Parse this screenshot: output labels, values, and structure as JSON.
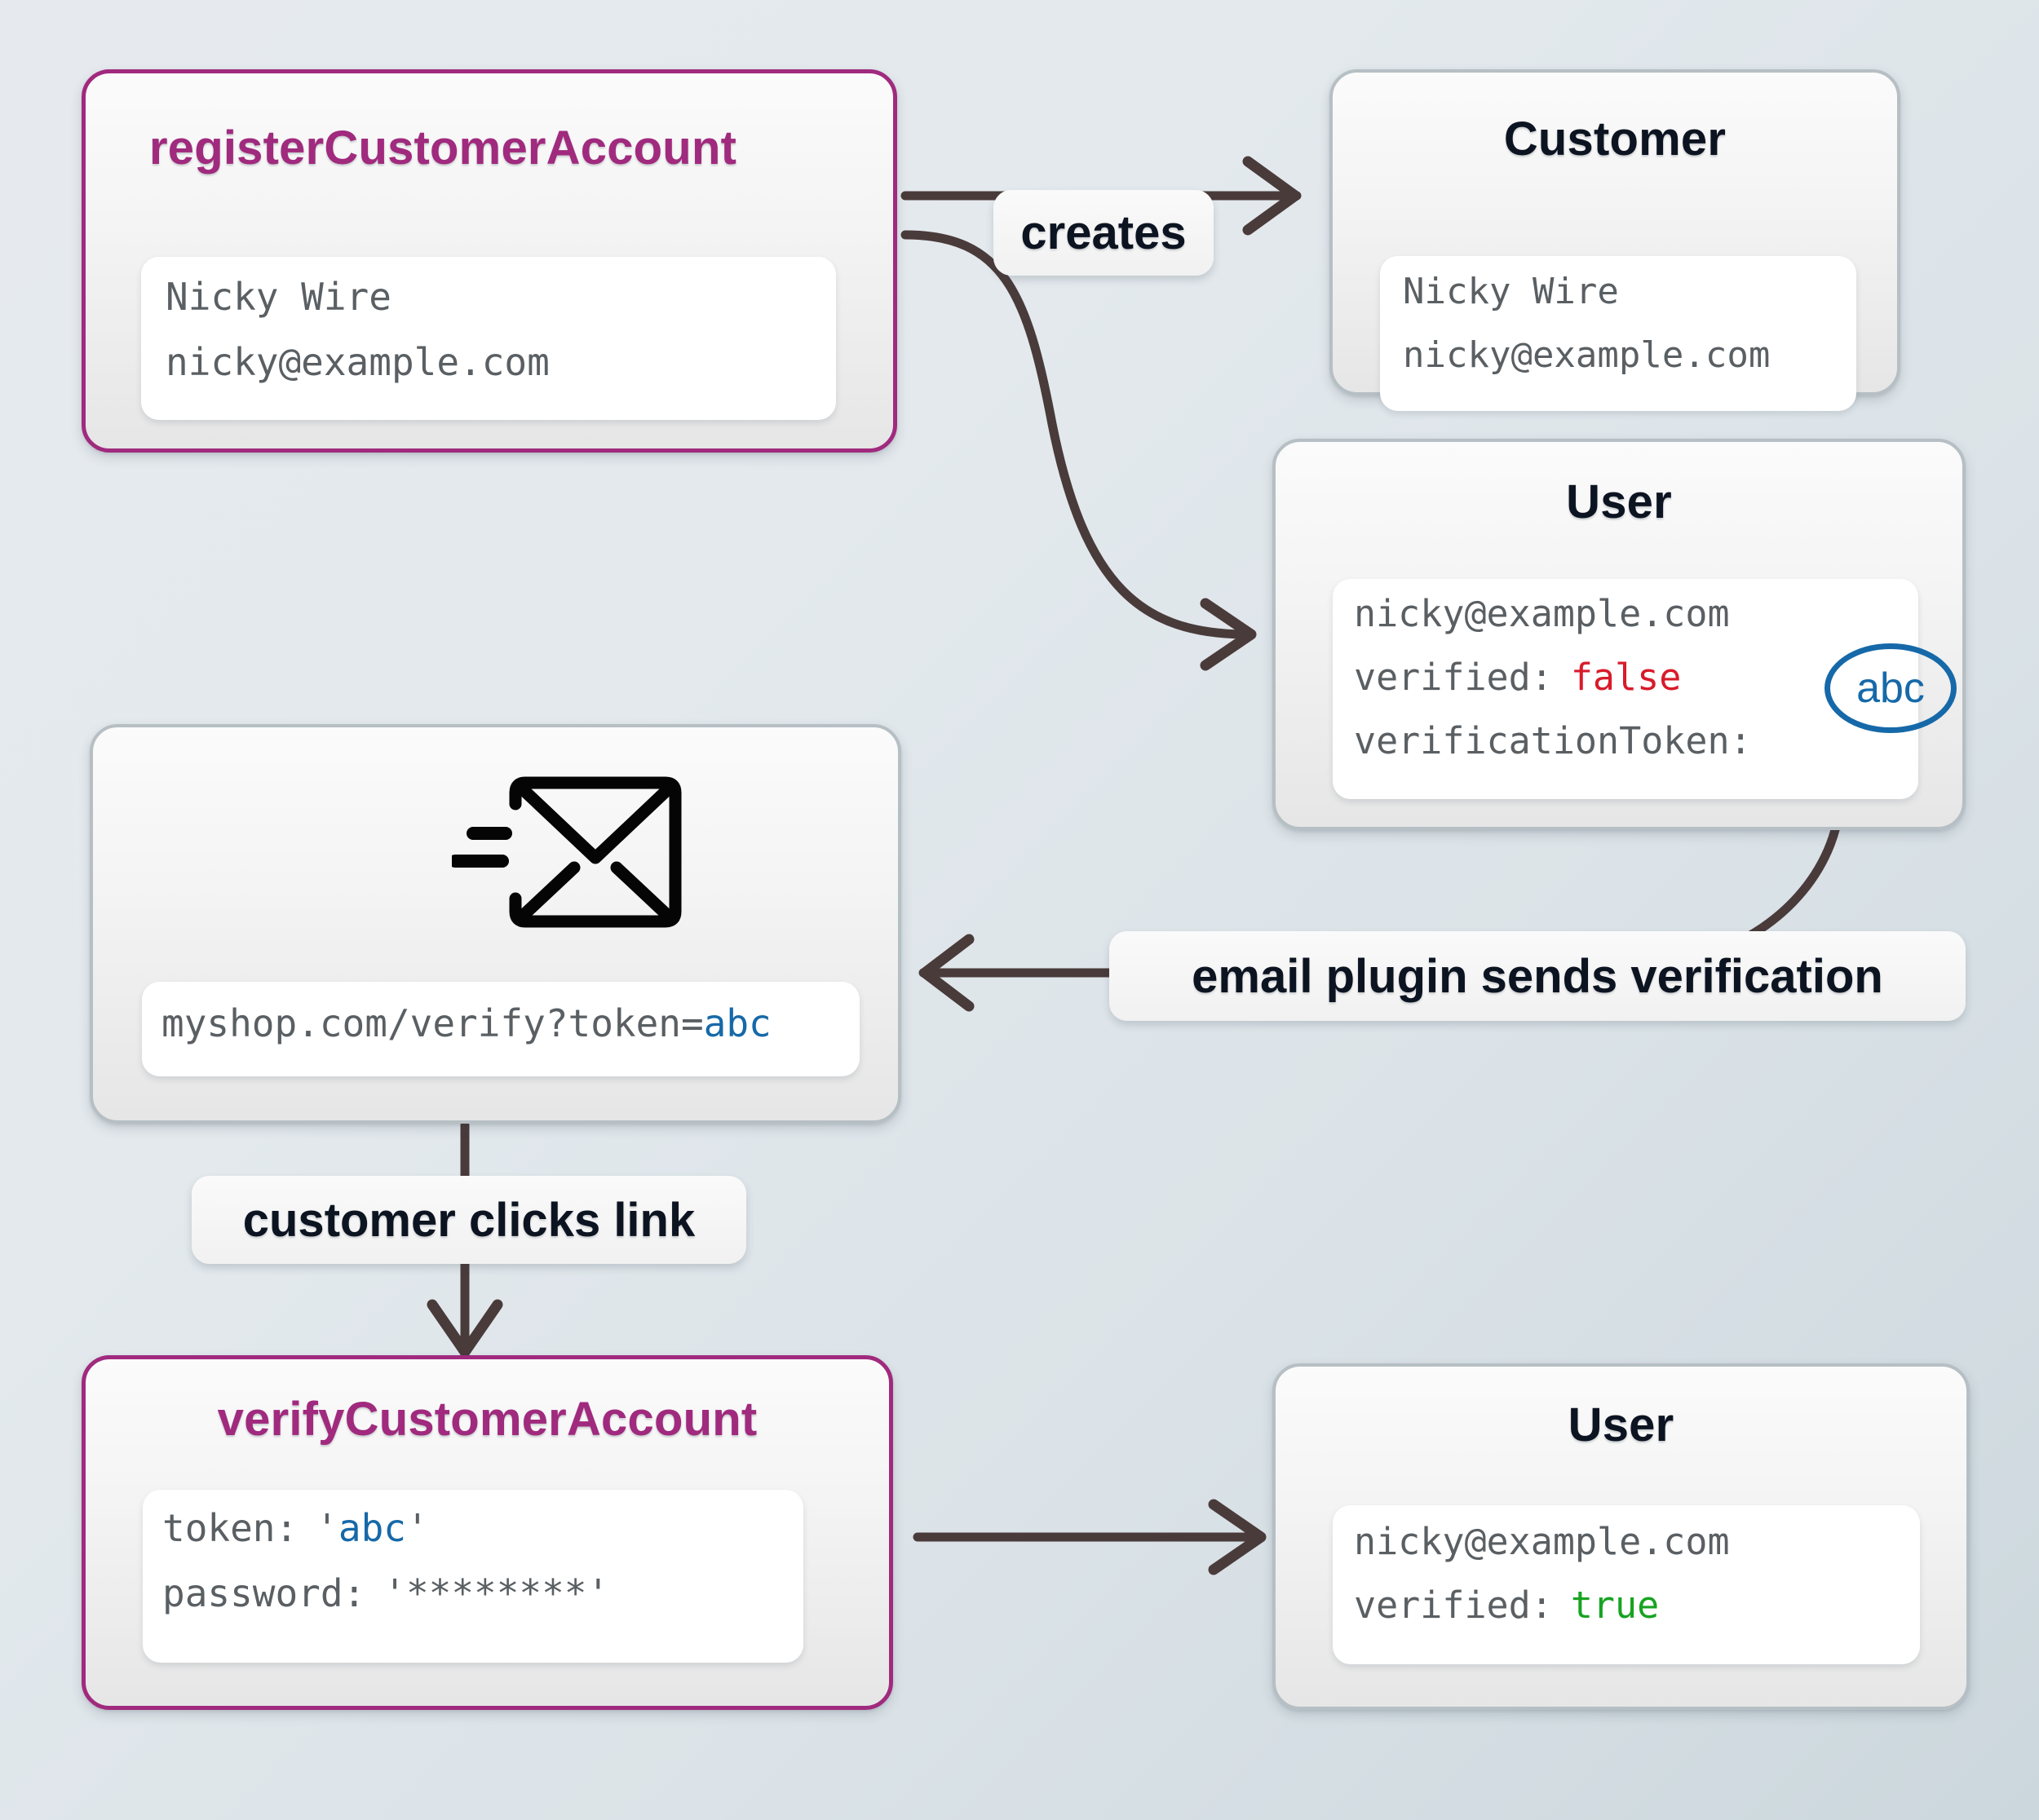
{
  "diagram": {
    "title": "customer account verification flow",
    "colors": {
      "accent": "#a02a7e",
      "true": "#17a321",
      "false": "#d81b2b",
      "token": "#1669a8",
      "edge": "#4a3b3b",
      "card_border": "#b6bfc4",
      "background_from": "#e6eaee",
      "background_to": "#ccd7dd"
    }
  },
  "nodes": {
    "register": {
      "title": "registerCustomerAccount",
      "lines": [
        "Nicky Wire",
        "nicky@example.com"
      ]
    },
    "customer": {
      "title": "Customer",
      "lines": [
        "Nicky Wire",
        "nicky@example.com"
      ]
    },
    "user_unverified": {
      "title": "User",
      "email": "nicky@example.com",
      "verified_label": "verified:",
      "verified_value": "false",
      "token_label": "verificationToken:",
      "token_value": "abc"
    },
    "email": {
      "icon": "envelope-send-icon",
      "url_prefix": "myshop.com/verify?token=",
      "url_token": "abc"
    },
    "verify": {
      "title": "verifyCustomerAccount",
      "token_label": "token:",
      "token_quote_open": "'",
      "token_value": "abc",
      "token_quote_close": "'",
      "password_label": "password:",
      "password_value": "'********'"
    },
    "user_verified": {
      "title": "User",
      "email": "nicky@example.com",
      "verified_label": "verified:",
      "verified_value": "true"
    }
  },
  "edges": {
    "creates": "creates",
    "email_plugin": "email plugin sends verification",
    "clicks_link": "customer clicks link"
  }
}
